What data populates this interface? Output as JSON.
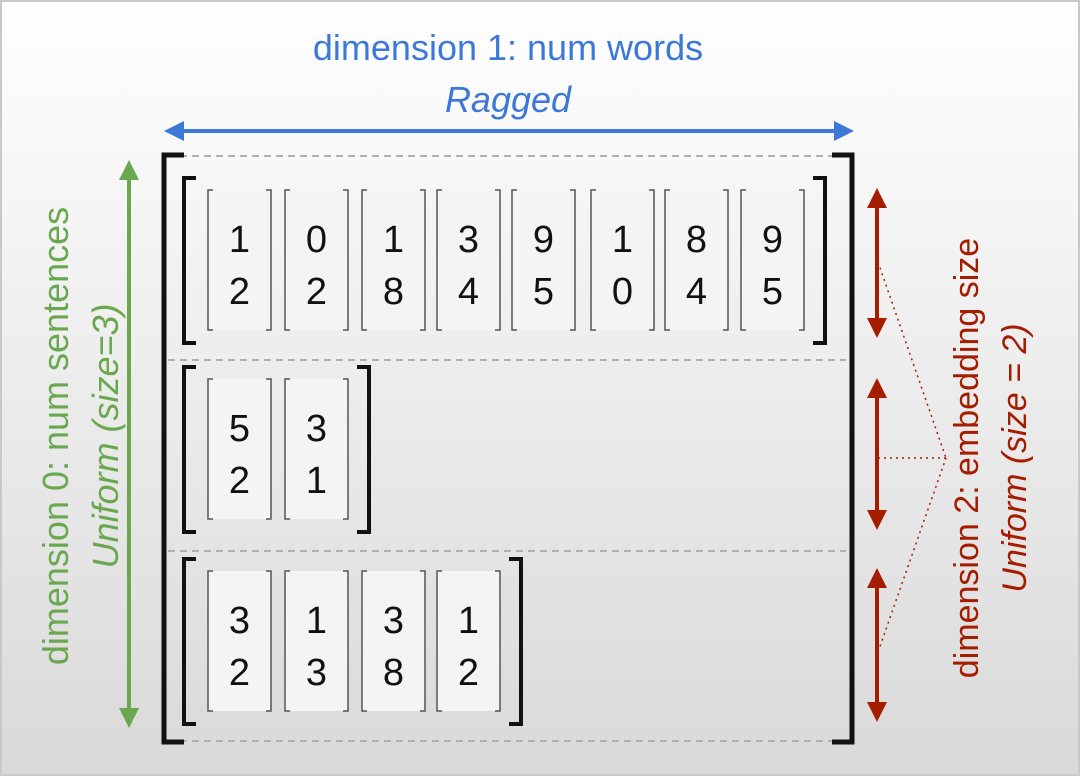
{
  "colors": {
    "dim0": "#6aa84f",
    "dim1": "#3c78d8",
    "dim2": "#a61c00",
    "bracket": "#111111",
    "cell_fill": "#f4f4f4",
    "cell_stroke": "#555555",
    "separator": "#b0b0b0"
  },
  "dimension1": {
    "label": "dimension 1: num words",
    "kind": "Ragged"
  },
  "dimension0": {
    "label": "dimension 0: num sentences",
    "kind": "Uniform (size=3)"
  },
  "dimension2": {
    "label": "dimension 2: embedding size",
    "kind": "Uniform (size = 2)"
  },
  "sentences": [
    {
      "words": [
        [
          "1",
          "2"
        ],
        [
          "0",
          "2"
        ],
        [
          "1",
          "8"
        ],
        [
          "3",
          "4"
        ],
        [
          "9",
          "5"
        ],
        [
          "1",
          "0"
        ],
        [
          "8",
          "4"
        ],
        [
          "9",
          "5"
        ]
      ]
    },
    {
      "words": [
        [
          "5",
          "2"
        ],
        [
          "3",
          "1"
        ]
      ]
    },
    {
      "words": [
        [
          "3",
          "2"
        ],
        [
          "1",
          "3"
        ],
        [
          "3",
          "8"
        ],
        [
          "1",
          "2"
        ]
      ]
    }
  ]
}
